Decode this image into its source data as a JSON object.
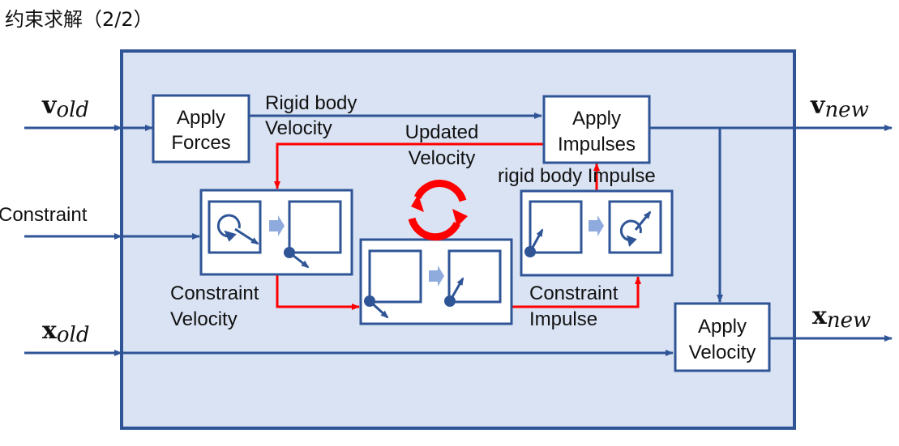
{
  "title": "约束求解（2/2）",
  "colors": {
    "frame": "#2f5597",
    "frame_fill": "#dae3f3",
    "box_fill": "#ffffff",
    "flow_red": "#ff0000",
    "step_arrow": "#8faadc"
  },
  "inputs": {
    "v_old": {
      "symbol": "v",
      "subscript": "old"
    },
    "constraint": "Constraint",
    "x_old": {
      "symbol": "x",
      "subscript": "old"
    }
  },
  "outputs": {
    "v_new": {
      "symbol": "v",
      "subscript": "new"
    },
    "x_new": {
      "symbol": "x",
      "subscript": "new"
    }
  },
  "blocks": {
    "apply_forces": [
      "Apply",
      "Forces"
    ],
    "apply_impulses": [
      "Apply",
      "Impulses"
    ],
    "apply_velocity": [
      "Apply",
      "Velocity"
    ]
  },
  "edge_labels": {
    "rigid_body_velocity": [
      "Rigid body",
      "Velocity"
    ],
    "updated_velocity": [
      "Updated",
      "Velocity"
    ],
    "rigid_body_impulse": "rigid body Impulse",
    "constraint_velocity": [
      "Constraint",
      "Velocity"
    ],
    "constraint_impulse": [
      "Constraint",
      "Impulse"
    ]
  },
  "icons": {
    "iteration_loop": "refresh-cycle-icon",
    "velocity_to_point": "rotation-to-point-velocity",
    "point_velocity_update": "point-velocity-change",
    "impulse_to_rigid": "point-impulse-to-rigid-body"
  }
}
